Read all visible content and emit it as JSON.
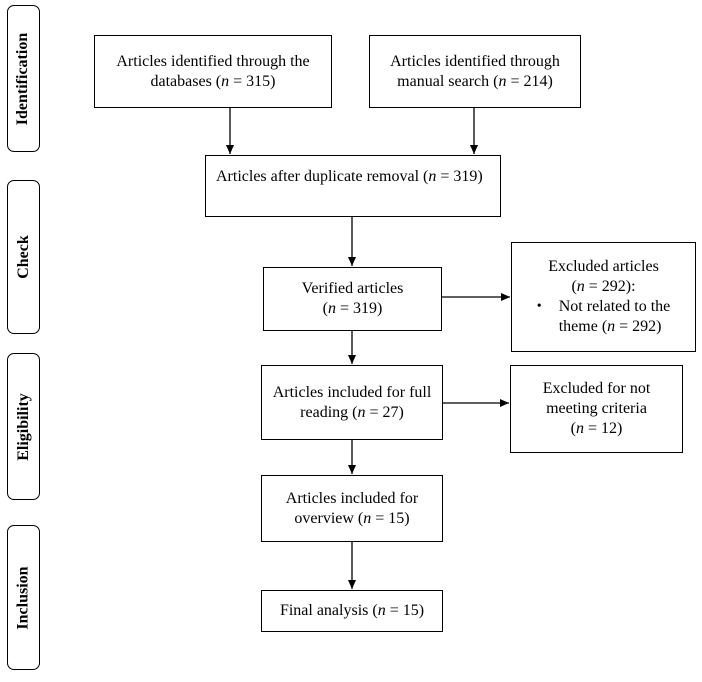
{
  "phases": {
    "identification": "Identification",
    "check": "Check",
    "eligibility": "Eligibility",
    "inclusion": "Inclusion"
  },
  "boxes": {
    "databases": {
      "line1": "Articles identified through the",
      "prefix": "databases (",
      "n": "n",
      "suffix": " = 315)"
    },
    "manual": {
      "line1": "Articles identified through",
      "prefix": "manual search (",
      "n": "n",
      "suffix": " = 214)"
    },
    "duplicates": {
      "prefix": "Articles after duplicate removal (",
      "n": "n",
      "suffix": " = 319)"
    },
    "verified": {
      "line1": "Verified articles",
      "prefix": "(",
      "n": "n",
      "suffix": " = 319)"
    },
    "excluded_theme": {
      "line1": "Excluded articles",
      "prefix": "(",
      "n": "n",
      "suffix": " = 292):",
      "bullet": "•",
      "bullet_line1": "Not related to the",
      "bullet_prefix": "theme (",
      "bullet_n": "n",
      "bullet_suffix": " = 292)"
    },
    "full_reading": {
      "line1": "Articles included for full",
      "prefix": "reading (",
      "n": "n",
      "suffix": " = 27)"
    },
    "excluded_criteria": {
      "line1": "Excluded for not",
      "line2": "meeting criteria",
      "prefix": "(",
      "n": "n",
      "suffix": " = 12)"
    },
    "overview": {
      "line1": "Articles included for",
      "prefix": "overview (",
      "n": "n",
      "suffix": " = 15)"
    },
    "final": {
      "prefix": "Final analysis (",
      "n": "n",
      "suffix": " = 15)"
    }
  }
}
